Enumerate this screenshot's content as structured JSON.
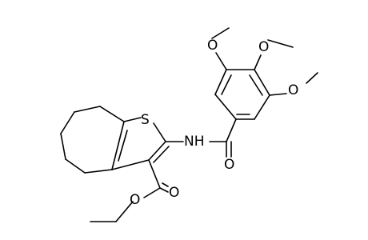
{
  "atom_labels": {
    "sulfur": "S",
    "amide_nitrogen": "NH",
    "amide_oxygen": "O",
    "ester_carbonyl_oxygen": "O",
    "ester_oxygen": "O",
    "methoxy_oxygen_top": "O",
    "methoxy_oxygen_middle": "O",
    "methoxy_oxygen_right": "O"
  }
}
